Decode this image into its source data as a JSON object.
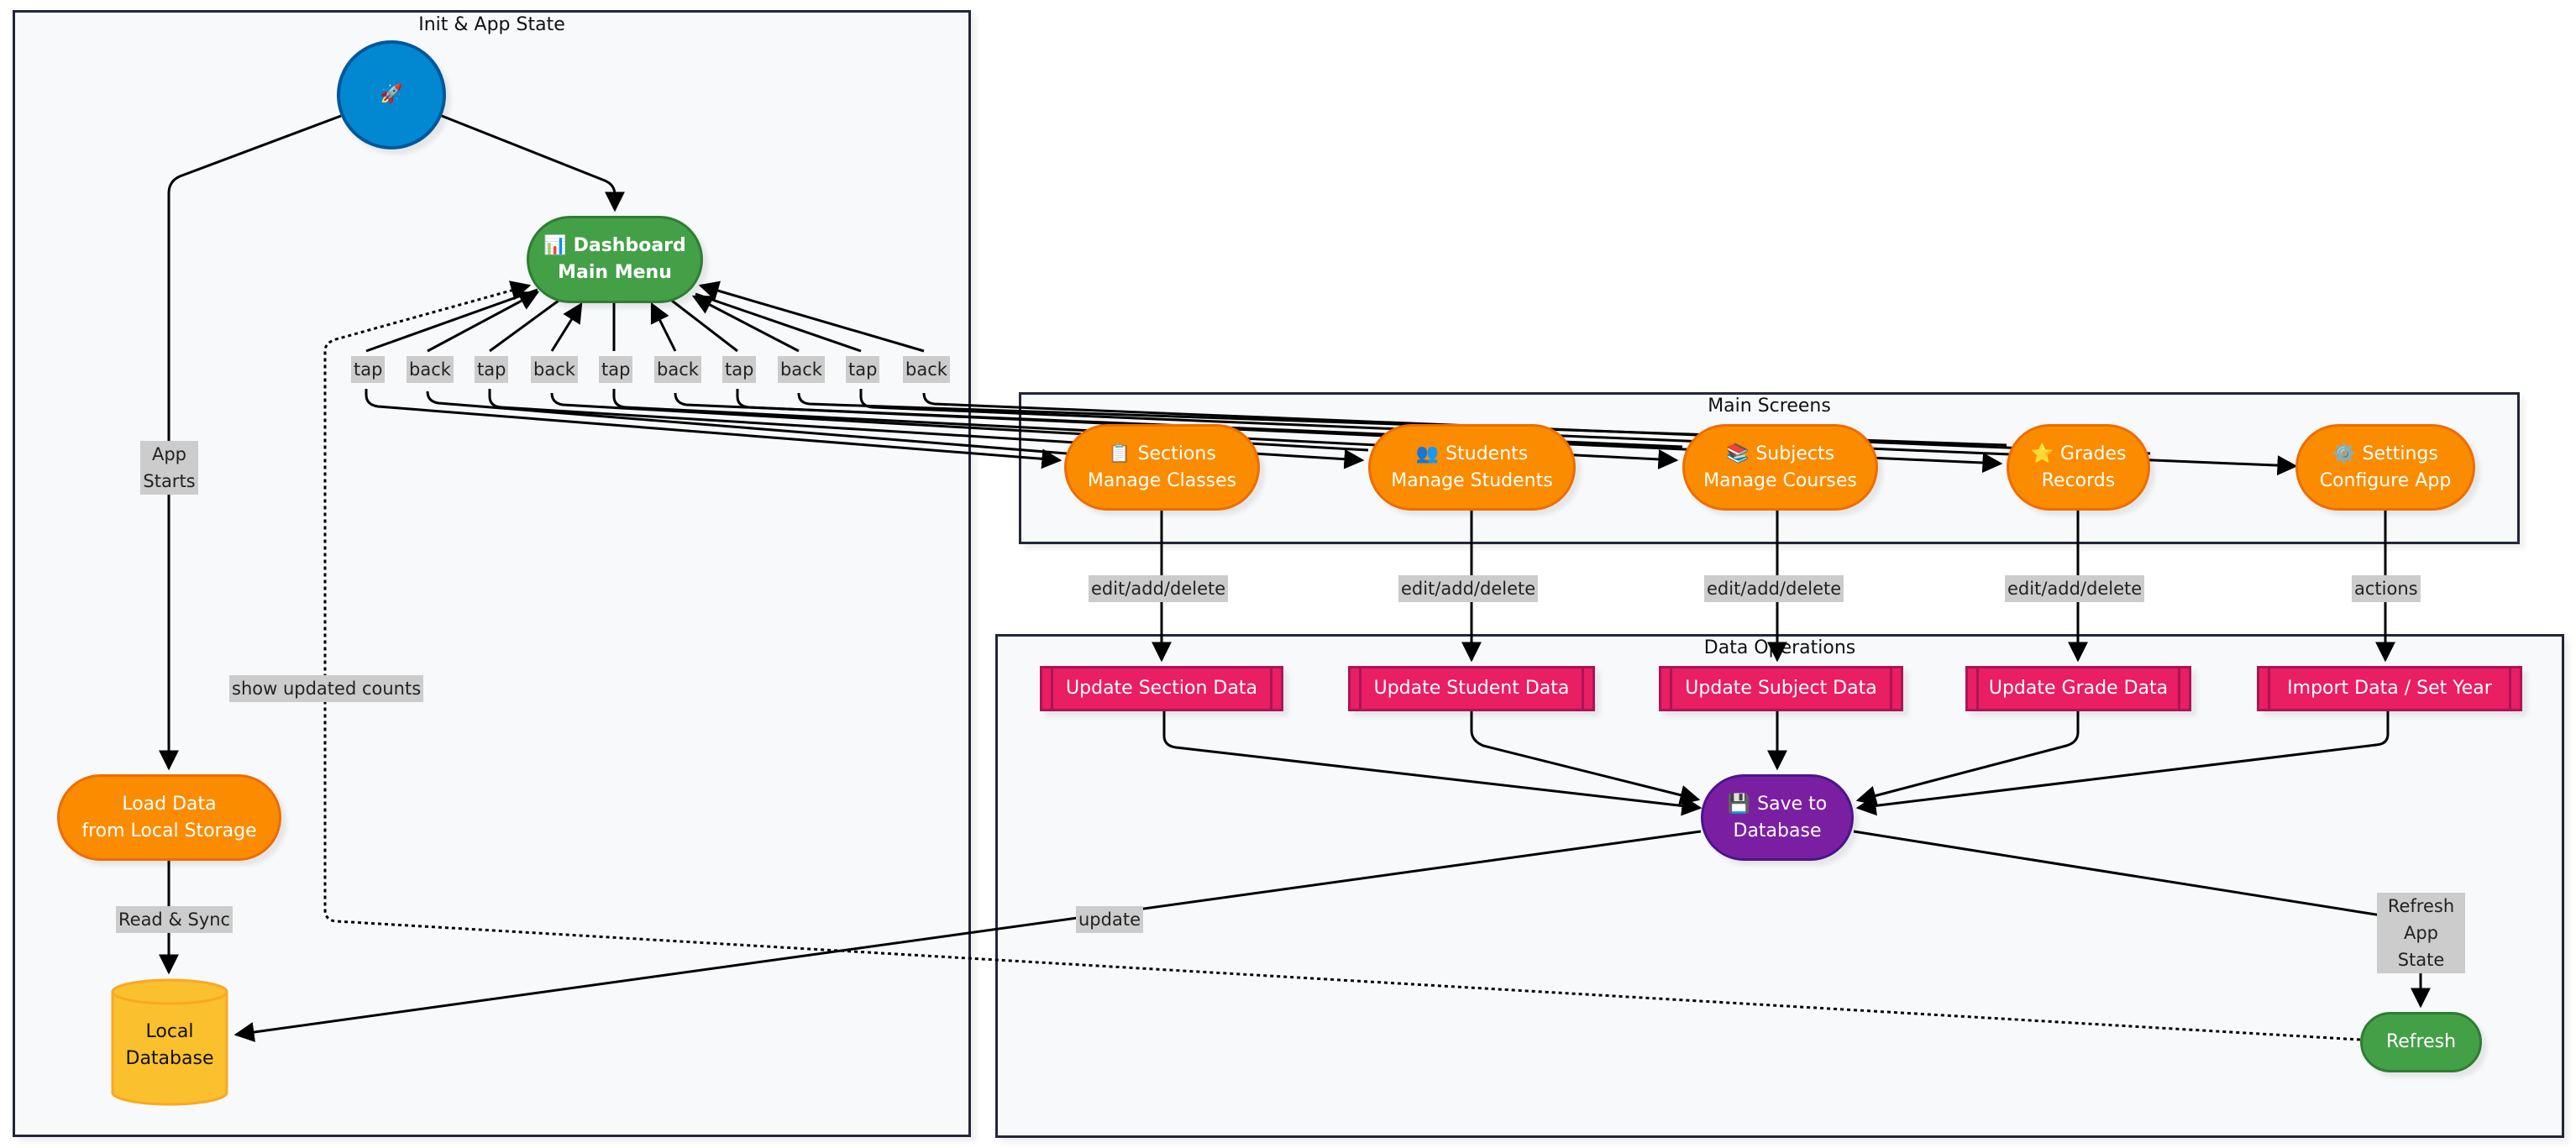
{
  "clusters": {
    "init": {
      "title": "Init & App State"
    },
    "main_screens": {
      "title": "Main Screens"
    },
    "data_ops": {
      "title": "Data Operations"
    }
  },
  "nodes": {
    "start": {
      "icon": "rocket-icon",
      "glyph": "🚀"
    },
    "dashboard": {
      "icon": "bar-chart-icon",
      "glyph": "📊",
      "line1": "Dashboard",
      "line2": "Main Menu"
    },
    "load_data": {
      "line1": "Load Data",
      "line2": "from Local Storage"
    },
    "local_db": {
      "line1": "Local",
      "line2": "Database"
    },
    "sections": {
      "icon": "clipboard-icon",
      "glyph": "📋",
      "line1": "Sections",
      "line2": "Manage Classes"
    },
    "students": {
      "icon": "people-icon",
      "glyph": "👥",
      "line1": "Students",
      "line2": "Manage Students"
    },
    "subjects": {
      "icon": "books-icon",
      "glyph": "📚",
      "line1": "Subjects",
      "line2": "Manage Courses"
    },
    "grades": {
      "icon": "star-icon",
      "glyph": "⭐",
      "line1": "Grades",
      "line2": "Records"
    },
    "settings": {
      "icon": "gear-icon",
      "glyph": "⚙️",
      "line1": "Settings",
      "line2": "Configure App"
    },
    "update_section": {
      "label": "Update Section Data"
    },
    "update_student": {
      "label": "Update Student Data"
    },
    "update_subject": {
      "label": "Update Subject Data"
    },
    "update_grade": {
      "label": "Update Grade Data"
    },
    "import_data": {
      "label": "Import Data / Set Year"
    },
    "save": {
      "icon": "floppy-disk-icon",
      "glyph": "💾",
      "line1": "Save to",
      "line2": "Database"
    },
    "refresh": {
      "label": "Refresh"
    }
  },
  "edge_labels": {
    "app_starts": "App\nStarts",
    "read_sync": "Read & Sync",
    "show_updated_counts": "show updated counts",
    "update": "update",
    "refresh_app_state": "Refresh\nApp State",
    "nav": [
      "tap",
      "back",
      "tap",
      "back",
      "tap",
      "back",
      "tap",
      "back",
      "tap",
      "back"
    ],
    "edit_sections": "edit/add/delete",
    "edit_students": "edit/add/delete",
    "edit_subjects": "edit/add/delete",
    "edit_grades": "edit/add/delete",
    "actions": "actions"
  },
  "colors": {
    "screen_node": "#fb8c00",
    "dashboard_node": "#43a047",
    "start_node": "#0288d1",
    "data_op_node": "#e91e63",
    "save_node": "#7b1fa2",
    "database_node": "#fbc02d",
    "edge_label_bg": "#cccccc"
  }
}
